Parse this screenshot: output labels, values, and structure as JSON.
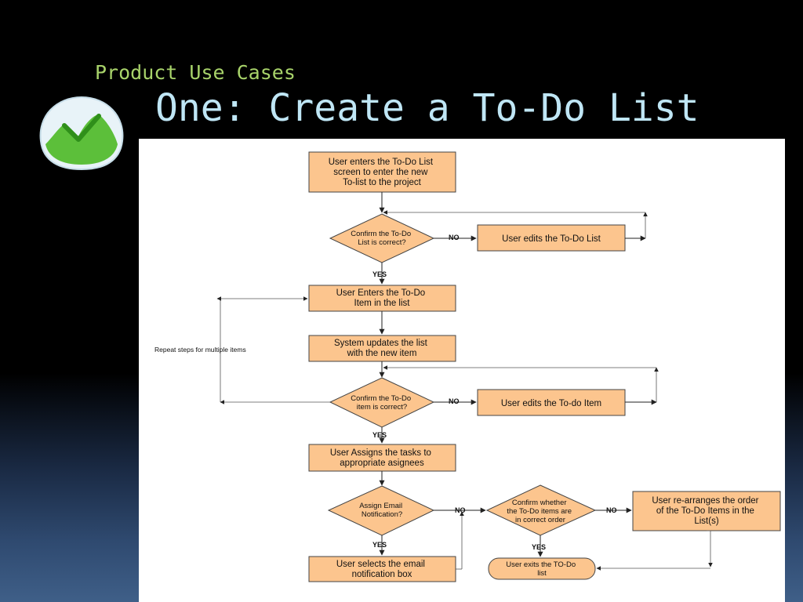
{
  "slide": {
    "subtitle": "Product Use Cases",
    "title": "One: Create a To-Do List"
  },
  "logo": {
    "icon": "basecamp-logo-icon",
    "colors": {
      "outer": "#e8f3f8",
      "hill": "#5cbf3a",
      "check": "#2f8f1a"
    }
  },
  "flowchart": {
    "nodes": {
      "enter_screen": [
        "User enters the To-Do List",
        "screen to enter the new",
        "To-list to the project"
      ],
      "confirm_list": [
        "Confirm the To-Do",
        "List is correct?"
      ],
      "edit_list": [
        "User edits the To-Do List"
      ],
      "enter_item": [
        "User Enters the To-Do",
        "Item in the list"
      ],
      "update_list": [
        "System updates the list",
        "with the new item"
      ],
      "confirm_item": [
        "Confirm the To-Do",
        "item is correct?"
      ],
      "edit_item": [
        "User edits the To-do Item"
      ],
      "assign_tasks": [
        "User Assigns the tasks to",
        "appropriate asignees"
      ],
      "assign_email": [
        "Assign Email",
        "Notification?"
      ],
      "select_email": [
        "User selects the email",
        "notification box"
      ],
      "confirm_order": [
        "Confirm whether",
        "the To-Do items are",
        "in correct order"
      ],
      "rearrange": [
        "User re-arranges the order",
        "of the To-Do Items in the",
        "List(s)"
      ],
      "exit": [
        "User exits the TO-Do",
        "list"
      ]
    },
    "labels": {
      "no1": "NO",
      "yes1": "YES",
      "no2": "NO",
      "yes2": "YES",
      "no3": "NO",
      "yes3": "YES",
      "no4": "NO",
      "yes4": "YES",
      "repeat": "Repeat steps for multiple items"
    },
    "colors": {
      "node_fill": "#fcc58e",
      "node_stroke": "#444444",
      "line": "#222222"
    }
  }
}
